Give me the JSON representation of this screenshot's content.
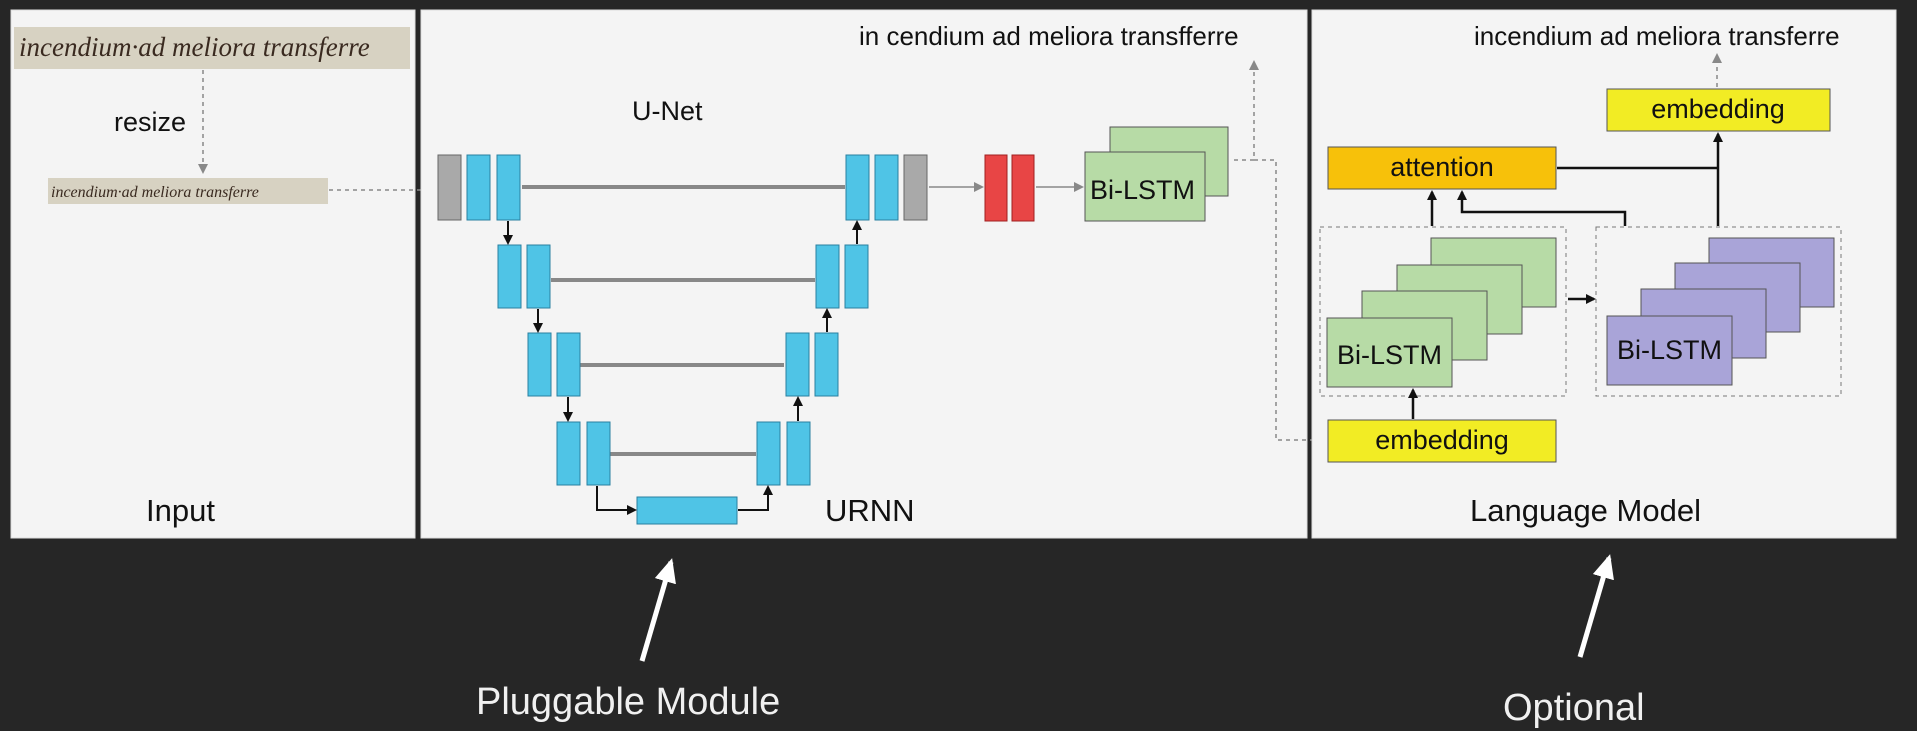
{
  "input_panel": {
    "manuscript_text": "incendium·ad meliora transferre",
    "resize_label": "resize",
    "small_manuscript_text": "incendium·ad meliora transferre",
    "title": "Input"
  },
  "urnn_panel": {
    "unet_label": "U-Net",
    "output_text": "in cendium ad meliora transfferre",
    "bilstm_label": "Bi-LSTM",
    "title": "URNN"
  },
  "lm_panel": {
    "output_text": "incendium ad meliora transferre",
    "embedding_top_label": "embedding",
    "attention_label": "attention",
    "bilstm_green_label": "Bi-LSTM",
    "bilstm_purple_label": "Bi-LSTM",
    "embedding_bottom_label": "embedding",
    "title": "Language Model"
  },
  "captions": {
    "pluggable": "Pluggable Module",
    "optional": "Optional"
  },
  "colors": {
    "background": "#262626",
    "panel": "#f4f4f4",
    "unet_block": "#4fc4e6",
    "gray_block": "#a9a9a9",
    "red_block": "#e84545",
    "bilstm_green": "#b7dba6",
    "bilstm_purple": "#a9a4d8",
    "attention": "#f7c10a",
    "embedding": "#f2ec24"
  }
}
